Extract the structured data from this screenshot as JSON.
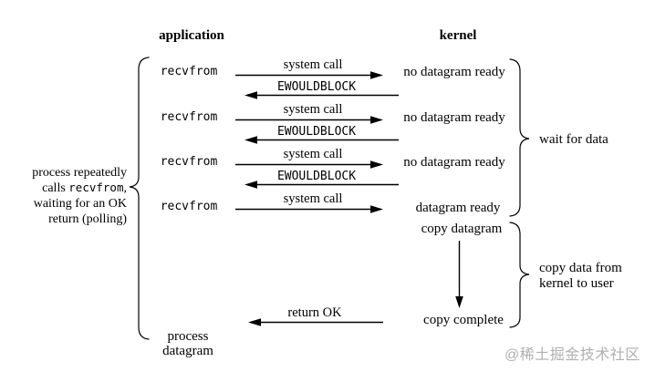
{
  "diagram": {
    "headers": {
      "application": "application",
      "kernel": "kernel"
    },
    "left_note": {
      "line1": "process repeatedly",
      "line2_pre": "calls ",
      "line2_code": "recvfrom",
      "line2_post": ",",
      "line3": "waiting for an OK",
      "line4": "return (polling)"
    },
    "rows": [
      {
        "app": "recvfrom",
        "call": "system call",
        "kernel": "no datagram ready",
        "reply": "EWOULDBLOCK"
      },
      {
        "app": "recvfrom",
        "call": "system call",
        "kernel": "no datagram ready",
        "reply": "EWOULDBLOCK"
      },
      {
        "app": "recvfrom",
        "call": "system call",
        "kernel": "no datagram ready",
        "reply": "EWOULDBLOCK"
      },
      {
        "app": "recvfrom",
        "call": "system call",
        "kernel": "datagram ready"
      }
    ],
    "copy_phase": {
      "start": "copy datagram",
      "complete": "copy complete",
      "return_label": "return OK"
    },
    "brace_labels": {
      "wait": "wait for data",
      "copy_line1": "copy data from",
      "copy_line2": "kernel to user"
    },
    "bottom_note": {
      "line1": "process",
      "line2": "datagram"
    },
    "watermark": "@稀土掘金技术社区",
    "colors": {
      "ink": "#000000",
      "watermark": "#b0b0b0",
      "background": "#ffffff"
    }
  }
}
